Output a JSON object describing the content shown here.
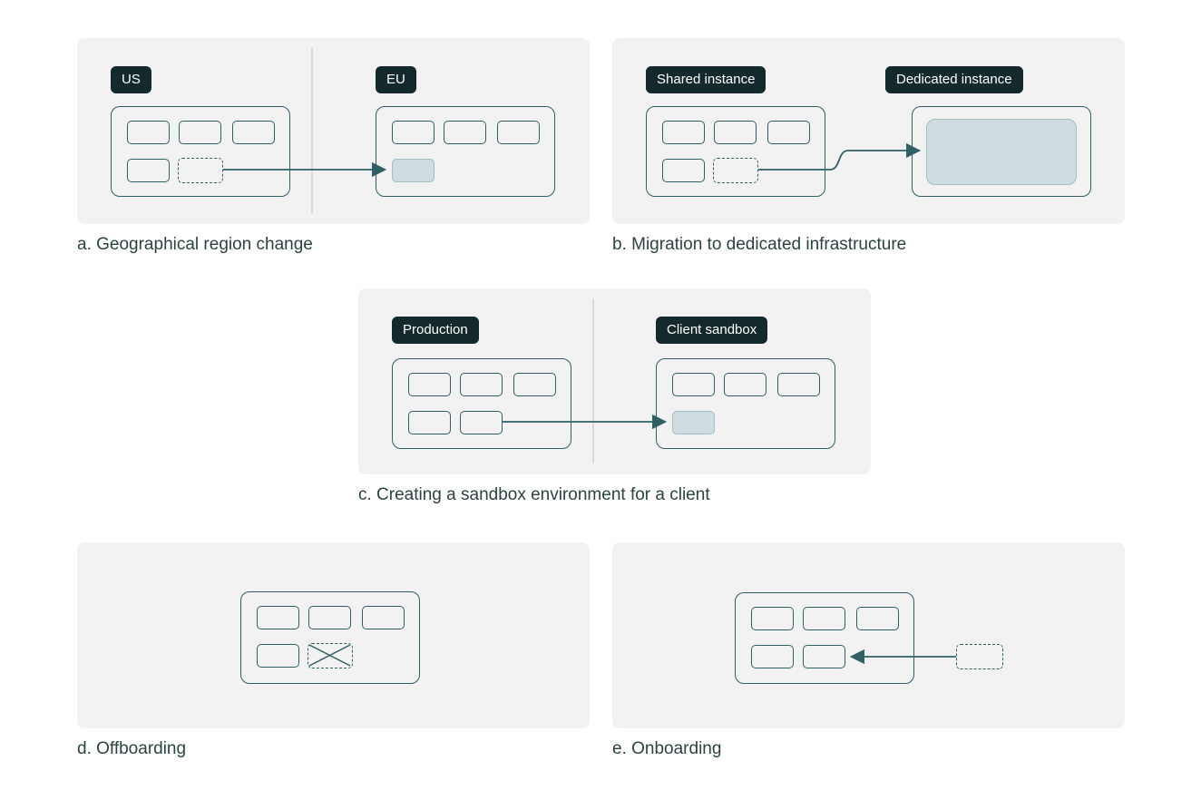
{
  "diagram": {
    "panels": [
      {
        "caption": "a. Geographical region change",
        "left_label": "US",
        "right_label": "EU"
      },
      {
        "caption": "b. Migration to dedicated infrastructure",
        "left_label": "Shared instance",
        "right_label": "Dedicated instance"
      },
      {
        "caption": "c. Creating a sandbox environment for a client",
        "left_label": "Production",
        "right_label": "Client sandbox"
      },
      {
        "caption": "d. Offboarding"
      },
      {
        "caption": "e. Onboarding"
      }
    ],
    "colors": {
      "stroke_teal": "#2f6066",
      "label_bg": "#14292b",
      "label_text": "#ffffff",
      "panel_bg": "#f2f2f3",
      "highlight_fill": "#cfdde0",
      "highlight_border": "#9fbfc5",
      "caption_text": "#2a4442",
      "divider": "#d9dadb"
    }
  }
}
